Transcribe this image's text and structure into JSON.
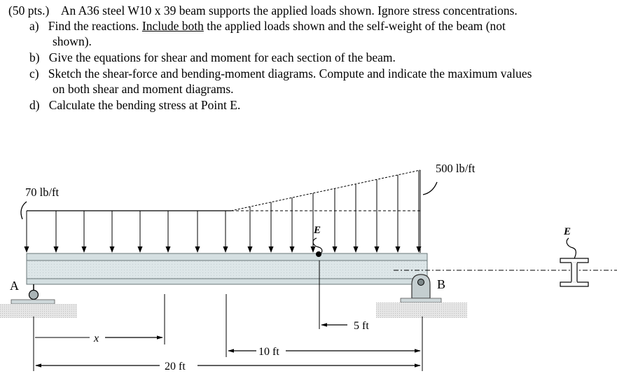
{
  "problem": {
    "header": "(50 pts.)",
    "intro": "An A36 steel W10 x 39 beam supports the applied loads shown. Ignore stress concentrations.",
    "a": {
      "label": "a)",
      "text_pre": "Find the reactions. ",
      "text_underlined": "Include both",
      "text_post": " the applied loads shown and the self-weight of the beam (not",
      "text_cont": "shown)."
    },
    "b": {
      "label": "b)",
      "text": "Give the equations for shear and moment for each section of the beam."
    },
    "c": {
      "label": "c)",
      "text": "Sketch the shear-force and bending-moment diagrams. Compute and indicate the maximum values",
      "text_cont": "on both shear and moment diagrams."
    },
    "d": {
      "label": "d)",
      "text": "Calculate the bending stress at Point E."
    }
  },
  "figure": {
    "load_left": "70 lb/ft",
    "load_right": "500 lb/ft",
    "point_e": "E",
    "point_e_section": "E",
    "support_a": "A",
    "support_b": "B",
    "dim_x": "x",
    "dim_20": "20 ft",
    "dim_10": "10 ft",
    "dim_5": "5 ft",
    "colors": {
      "beam": "#d9e2e4",
      "ground": "#e3e3e3",
      "line": "#000000"
    }
  }
}
